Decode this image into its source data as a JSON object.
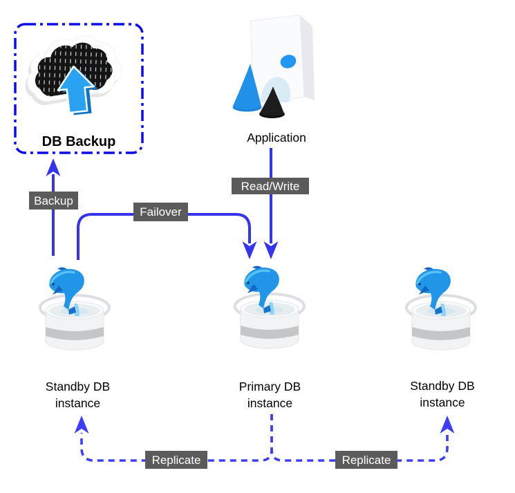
{
  "colors": {
    "background": "#ffffff",
    "solid_arrow": "#3534ec",
    "dashed_arrow": "#3e3efa",
    "backup_box_border": "#0b0bee",
    "dark_label_bg": "#5b5b5b",
    "dark_label_text": "#ffffff",
    "light_label_bg": "#ffffff",
    "light_label_text": "#000000",
    "icon_blue": "#2196f3",
    "icon_dark_blue": "#0d74c4",
    "cloud_dark": "#141414"
  },
  "nodes": {
    "db_backup": {
      "label": "DB Backup",
      "icon": "cloud-upload-icon"
    },
    "application": {
      "label": "Application",
      "icon": "app-box-3d-icon"
    },
    "standby_left": {
      "label_line1": "Standby DB",
      "label_line2": "instance",
      "icon": "mysql-dolphin-db-icon"
    },
    "primary": {
      "label_line1": "Primary DB",
      "label_line2": "instance",
      "icon": "mysql-dolphin-db-icon"
    },
    "standby_right": {
      "label_line1": "Standby DB",
      "label_line2": "instance",
      "icon": "mysql-dolphin-db-icon"
    }
  },
  "edges": {
    "backup": {
      "label": "Backup",
      "from": "standby_left",
      "to": "db_backup",
      "style": "solid"
    },
    "failover": {
      "label": "Failover",
      "from": "standby_left",
      "to": "primary",
      "style": "solid"
    },
    "read_write": {
      "label": "Read/Write",
      "from": "application",
      "to": "primary",
      "style": "solid"
    },
    "replicate_left": {
      "label": "Replicate",
      "from": "primary",
      "to": "standby_left",
      "style": "dashed"
    },
    "replicate_right": {
      "label": "Replicate",
      "from": "primary",
      "to": "standby_right",
      "style": "dashed"
    }
  }
}
